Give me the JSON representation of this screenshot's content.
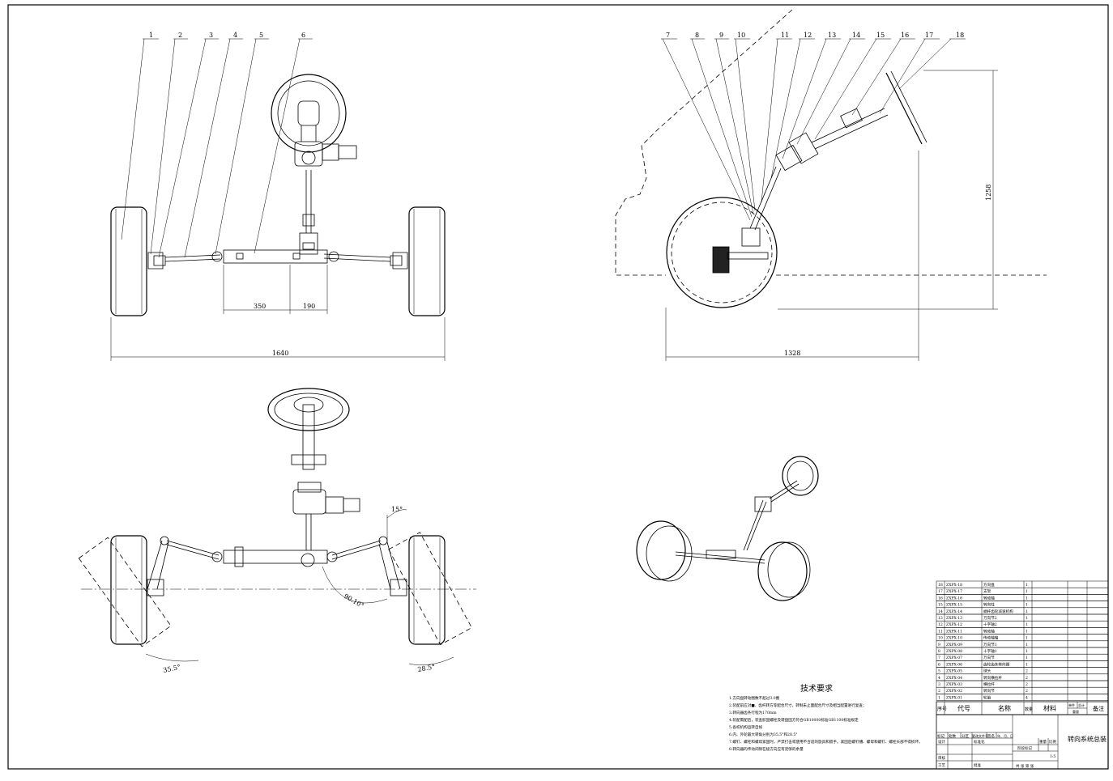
{
  "drawing": {
    "title": "转向系统总装",
    "balloons_front": [
      "1",
      "2",
      "3",
      "4",
      "5",
      "6"
    ],
    "balloons_side": [
      "7",
      "8",
      "9",
      "10",
      "11",
      "12",
      "13",
      "14",
      "15",
      "16",
      "17",
      "18"
    ],
    "dimensions": {
      "rack_left": "350",
      "rack_right": "190",
      "track_width": "1640",
      "side_length": "1328",
      "side_height": "1258"
    },
    "angles": {
      "top_angle": "15°",
      "inner_angle": "90.10°",
      "left_wheel": "35.5°",
      "right_wheel": "28.5°"
    }
  },
  "tech_requirements": {
    "heading": "技术要求",
    "lines": [
      "1.方向盘转动圈数不超过3.0圈",
      "2.装配前应对■、齿杆转方等配合尺寸，转制未止面配合尺寸及相当配置进行复查；",
      "3.转向器齿条行程为170mm",
      "4.装配需配后，装查胶固螺栓及转盘固方符合GB10000标准GB1100标准规定",
      "5.各校机构运转自如",
      "6.内、外轮最大转角分别为35.5°和28.5°",
      "7.螺钉、螺栓和螺母紧固时，严禁打击或使用不合适的旋具和扳手。紧固后螺钉槽、螺母和螺钉、螺栓头部不得损坏。",
      "8.转向器的传动间隙在极方向应有足够的余量"
    ]
  },
  "bom": {
    "rows": [
      {
        "no": "18",
        "code": "ZXPX-18",
        "name": "方向盘",
        "qty": "1"
      },
      {
        "no": "17",
        "code": "ZXPX-17",
        "name": "支架",
        "qty": "1"
      },
      {
        "no": "16",
        "code": "ZXPX-16",
        "name": "转动轴",
        "qty": "1"
      },
      {
        "no": "15",
        "code": "ZXPX-15",
        "name": "转向柱",
        "qty": "1"
      },
      {
        "no": "14",
        "code": "ZXPX-14",
        "name": "蜗杆齿轮减速机构",
        "qty": "1"
      },
      {
        "no": "13",
        "code": "ZXPX-13",
        "name": "万向节2",
        "qty": "1"
      },
      {
        "no": "12",
        "code": "ZXPX-12",
        "name": "十字轴2",
        "qty": "1"
      },
      {
        "no": "11",
        "code": "ZXPX-11",
        "name": "转动轴",
        "qty": "1"
      },
      {
        "no": "10",
        "code": "ZXPX-10",
        "name": "传动轴轴",
        "qty": "1"
      },
      {
        "no": "9",
        "code": "ZXPX-09",
        "name": "万向节1",
        "qty": "1"
      },
      {
        "no": "8",
        "code": "ZXPX-08",
        "name": "十字轴1",
        "qty": "1"
      },
      {
        "no": "7",
        "code": "ZXPX-07",
        "name": "万向节",
        "qty": "1"
      },
      {
        "no": "6",
        "code": "ZXPX-06",
        "name": "齿轮齿条转向器",
        "qty": "1"
      },
      {
        "no": "5",
        "code": "ZXPX-05",
        "name": "球头",
        "qty": "2"
      },
      {
        "no": "4",
        "code": "ZXPX-04",
        "name": "转向横拉杆",
        "qty": "2"
      },
      {
        "no": "3",
        "code": "ZXPX-03",
        "name": "横拉杆",
        "qty": "2"
      },
      {
        "no": "2",
        "code": "ZXPX-02",
        "name": "转向节",
        "qty": "2"
      },
      {
        "no": "1",
        "code": "ZXPX-01",
        "name": "轮胎",
        "qty": "4"
      }
    ],
    "header": {
      "no": "序号",
      "code": "代号",
      "name": "名称",
      "qty": "数量",
      "material": "材料",
      "single": "单件",
      "total": "总计",
      "weight": "重量",
      "remark": "备注"
    }
  },
  "title_block": {
    "labels": [
      "标记",
      "处数",
      "分区",
      "更改文件号",
      "签名",
      "年、月、日"
    ],
    "roles": [
      "设计",
      "审核",
      "工艺",
      "标准化",
      "批准"
    ],
    "stage": "阶段标记",
    "weight": "重量",
    "scale": "比例",
    "scale_val": "1:5",
    "sheets": "共  张  第  张",
    "name": "转向系统总装"
  }
}
